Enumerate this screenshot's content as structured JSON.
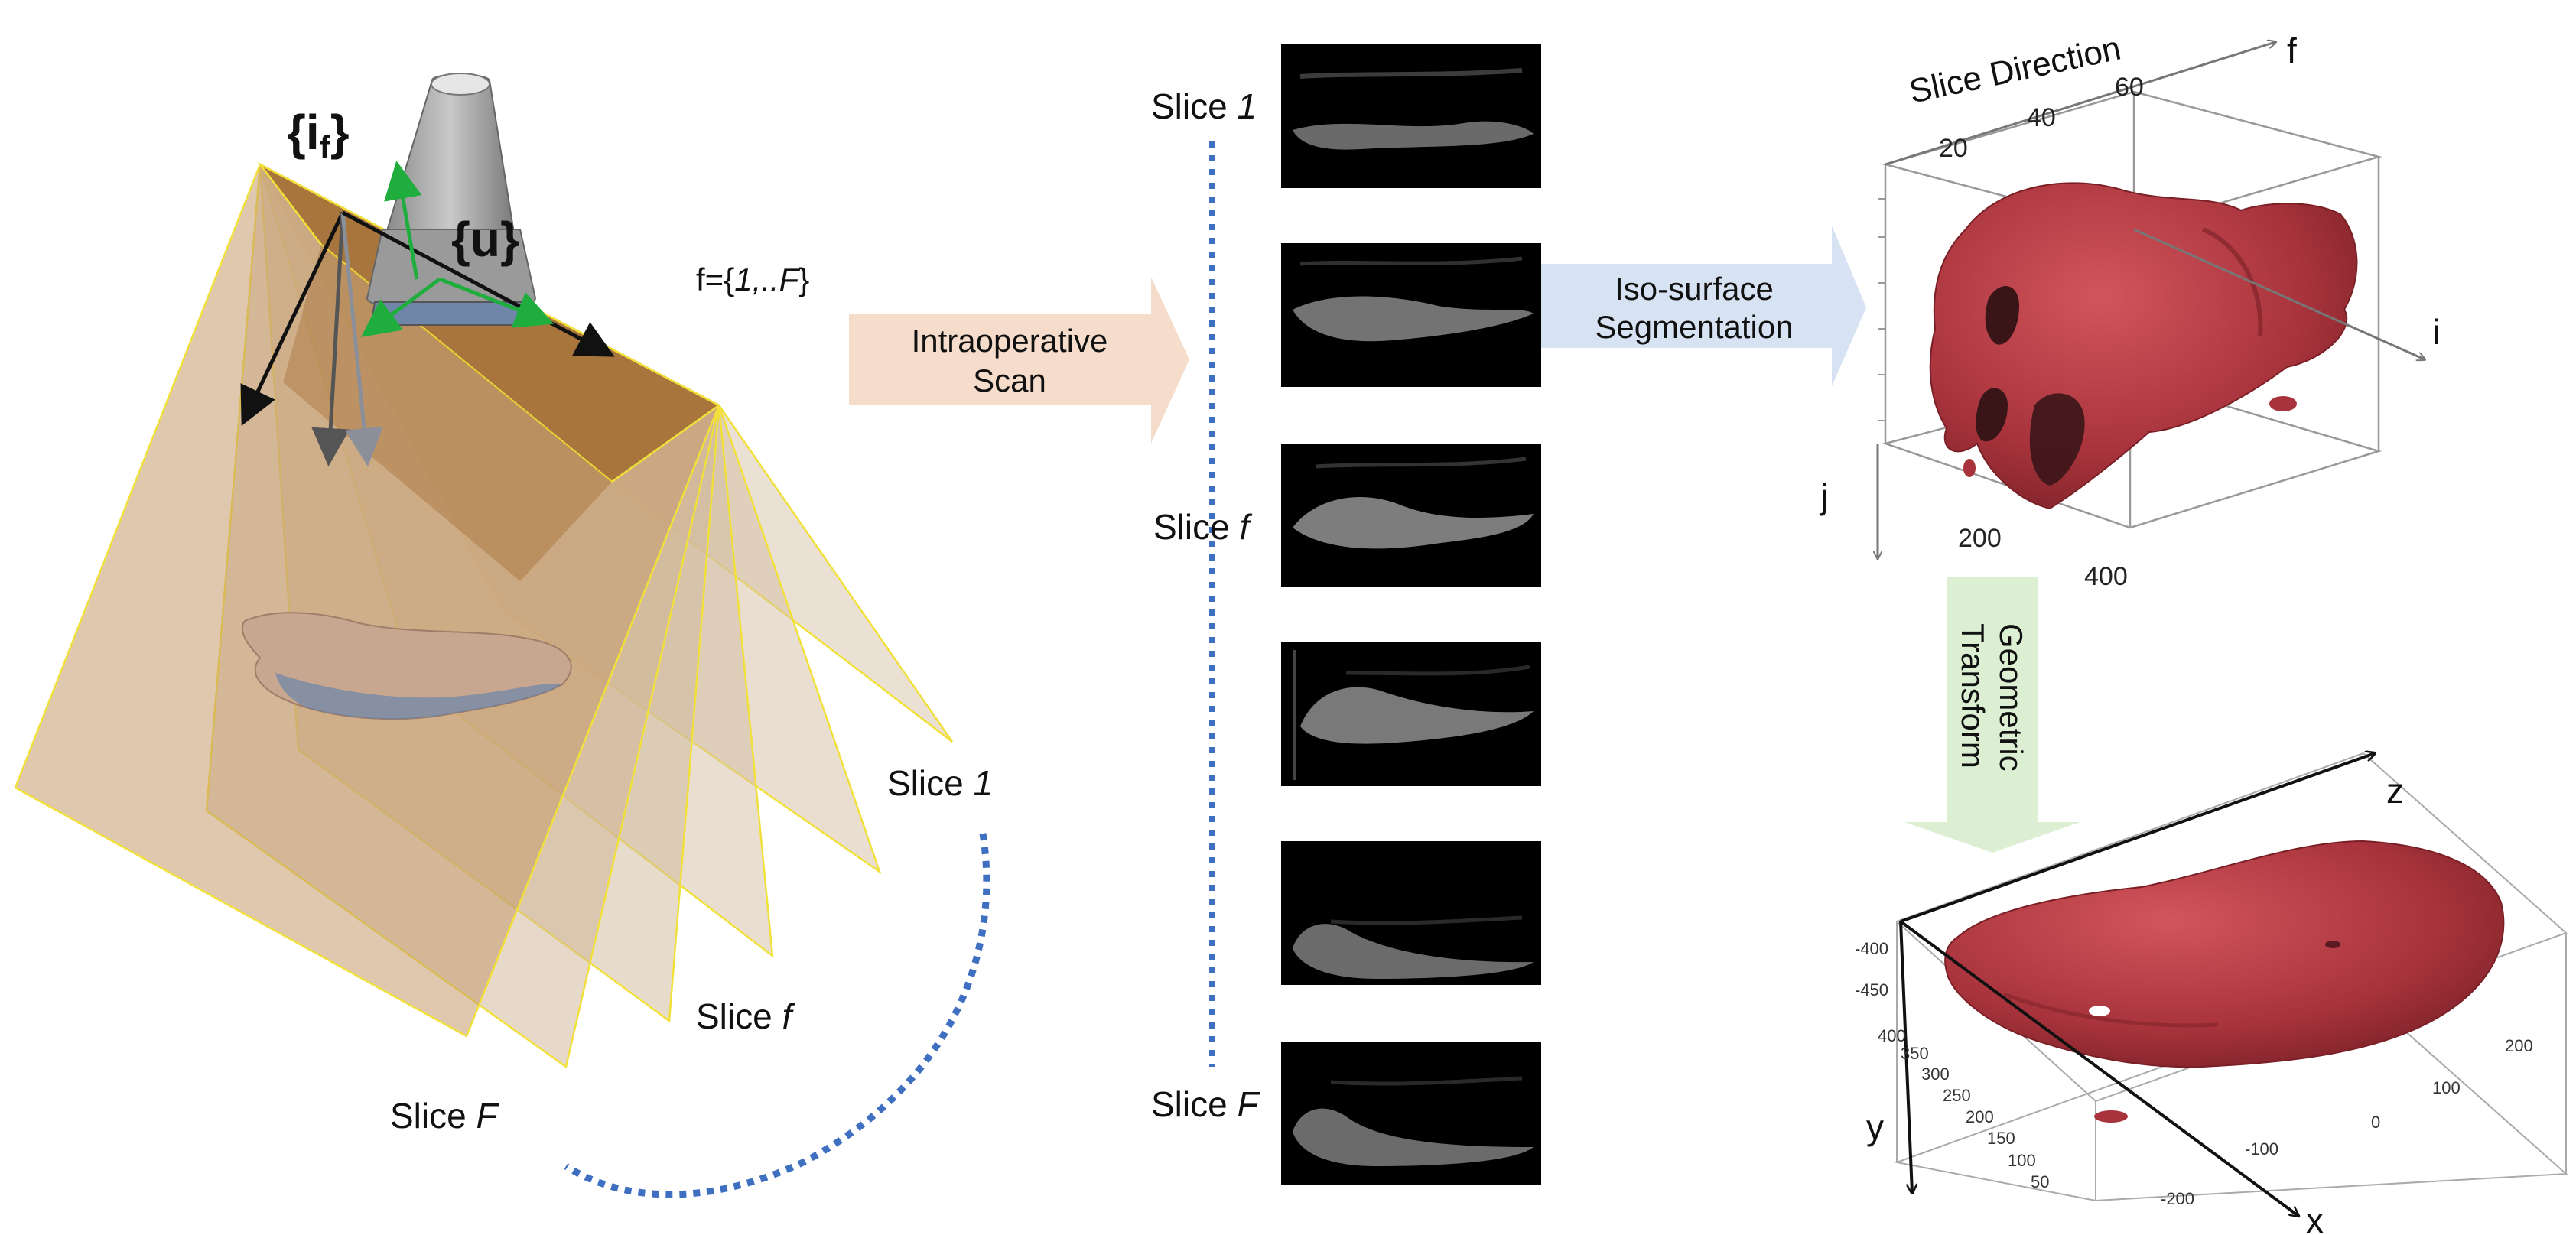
{
  "probe": {
    "frame_label_main": "{i",
    "frame_label_sub": "f",
    "frame_label_close": "}",
    "probe_label": "{u}",
    "set_label_prefix": "f={",
    "set_label_italic": "1,..F",
    "set_label_suffix": "}"
  },
  "fan_labels": {
    "slice_word": "Slice",
    "first_index": "1",
    "mid_index": "f",
    "last_index": "F"
  },
  "arrows": {
    "scan_line1": "Intraoperative",
    "scan_line2": "Scan",
    "seg_line1": "Iso-surface",
    "seg_line2": "Segmentation",
    "geo_line1": "Geometric",
    "geo_line2": "Transform"
  },
  "stack_labels": {
    "slice_word": "Slice",
    "first_index": "1",
    "mid_index": "f",
    "last_index": "F"
  },
  "volume": {
    "title": "Slice Direction",
    "axis_f": "f",
    "axis_i": "i",
    "axis_j": "j",
    "f_ticks": [
      "20",
      "40",
      "60"
    ],
    "i_ticks": [
      "200",
      "400"
    ]
  },
  "model": {
    "axis_z": "z",
    "axis_y": "y",
    "axis_x": "x",
    "y_ticks": [
      "-400",
      "-450"
    ],
    "depth_ticks": [
      "400",
      "350",
      "300",
      "250",
      "200",
      "150",
      "100",
      "50"
    ],
    "x_ticks": [
      "-200",
      "-100",
      "0",
      "100",
      "200"
    ]
  },
  "colors": {
    "plane_fill": "#c9a27a",
    "plane_edge": "#f2e03a",
    "surface_red": "#a8333c",
    "dotted_blue": "#3f6fc0",
    "scan_arrow": "#f6dccb",
    "seg_arrow": "#d7e2f2",
    "geo_arrow": "#dcefd2"
  }
}
